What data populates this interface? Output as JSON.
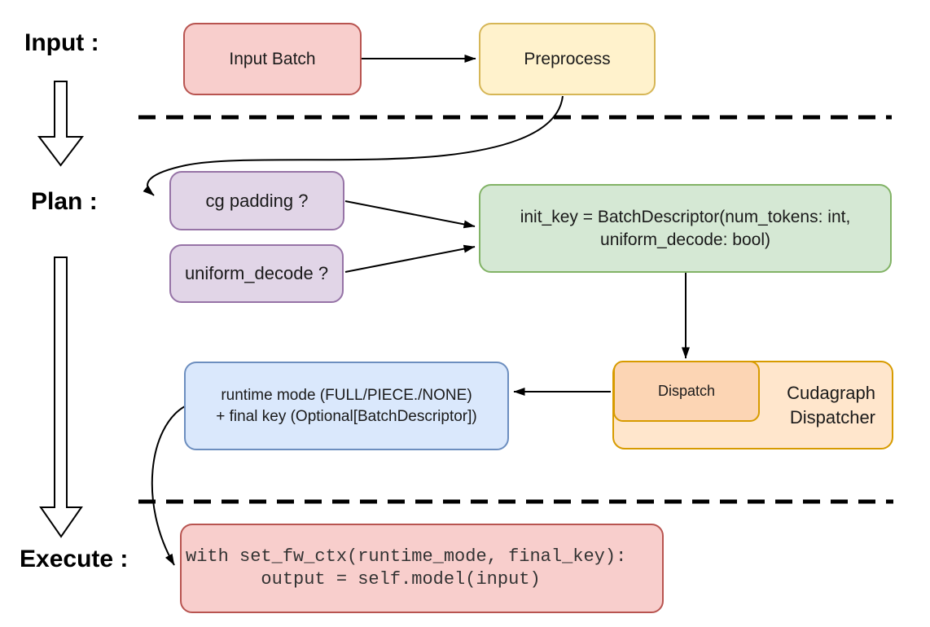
{
  "diagram": {
    "title_hint": "cudagraph dispatch flow",
    "phases": {
      "input_label": "Input :",
      "plan_label": "Plan :",
      "execute_label": "Execute :"
    },
    "nodes": {
      "input_batch": {
        "label": "Input Batch",
        "fill": "#f8cecc",
        "stroke": "#b85450"
      },
      "preprocess": {
        "label": "Preprocess",
        "fill": "#fff2cc",
        "stroke": "#d6b656"
      },
      "cg_padding": {
        "label": "cg padding ?",
        "fill": "#e1d5e7",
        "stroke": "#9673a6"
      },
      "uniform_decode": {
        "label": "uniform_decode ?",
        "fill": "#e1d5e7",
        "stroke": "#9673a6"
      },
      "init_key": {
        "line1": "init_key = BatchDescriptor(num_tokens: int,",
        "line2": "uniform_decode: bool)",
        "fill": "#d5e8d4",
        "stroke": "#82b366"
      },
      "dispatch": {
        "label": "Dispatch",
        "fill": "#fcd5b4",
        "stroke": "#d79b00"
      },
      "cudagraph_dispatcher": {
        "line1": "Cudagraph",
        "line2": "Dispatcher",
        "fill": "#ffe6cc",
        "stroke": "#d79b00"
      },
      "runtime_mode": {
        "line1": "runtime mode (FULL/PIECE./NONE)",
        "line2": "+ final key (Optional[BatchDescriptor])",
        "fill": "#dae8fc",
        "stroke": "#6c8ebf"
      },
      "execute_code": {
        "code_line1": "with set_fw_ctx(runtime_mode, final_key):",
        "code_line2": "       output = self.model(input)",
        "fill": "#f8cecc",
        "stroke": "#b85450"
      }
    },
    "connector_color": "#000000",
    "divider_style": "dashed"
  }
}
